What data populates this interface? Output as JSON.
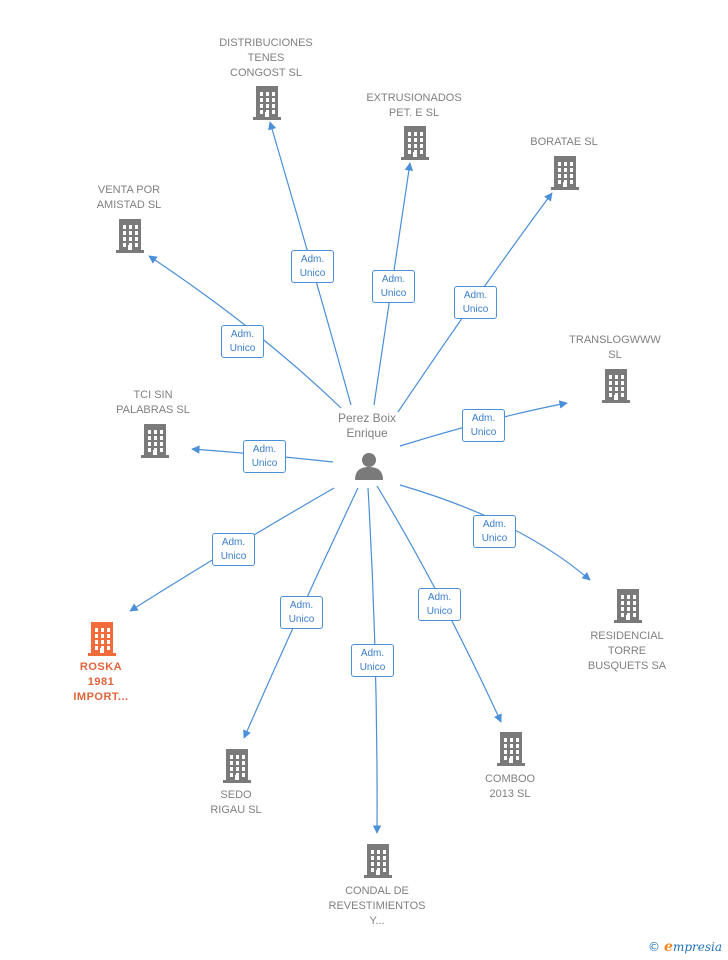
{
  "center": {
    "label": "Perez Boix\nEnrique",
    "icon": "person-icon"
  },
  "relation_label": "Adm.\nUnico",
  "nodes": [
    {
      "id": "distribuciones",
      "label": "DISTRIBUCIONES\nTENES\nCONGOST SL",
      "icon": "building-icon",
      "highlight": false
    },
    {
      "id": "extrusionados",
      "label": "EXTRUSIONADOS\nPET. E SL",
      "icon": "building-icon",
      "highlight": false
    },
    {
      "id": "boratae",
      "label": "BORATAE SL",
      "icon": "building-icon",
      "highlight": false
    },
    {
      "id": "venta",
      "label": "VENTA POR\nAMISTAD SL",
      "icon": "building-icon",
      "highlight": false
    },
    {
      "id": "translog",
      "label": "TRANSLOGWWW\nSL",
      "icon": "building-icon",
      "highlight": false
    },
    {
      "id": "tci",
      "label": "TCI SIN\nPALABRAS SL",
      "icon": "building-icon",
      "highlight": false
    },
    {
      "id": "roska",
      "label": "ROSKA\n1981\nIMPORT...",
      "icon": "building-icon",
      "highlight": true
    },
    {
      "id": "residencial",
      "label": "RESIDENCIAL\nTORRE\nBUSQUETS SA",
      "icon": "building-icon",
      "highlight": false
    },
    {
      "id": "sedo",
      "label": "SEDO\nRIGAU SL",
      "icon": "building-icon",
      "highlight": false
    },
    {
      "id": "comboo",
      "label": "COMBOO\n2013  SL",
      "icon": "building-icon",
      "highlight": false
    },
    {
      "id": "condal",
      "label": "CONDAL DE\nREVESTIMIENTOS\nY...",
      "icon": "building-icon",
      "highlight": false
    }
  ],
  "colors": {
    "edge": "#4a8fd8",
    "building": "#7a7a7a",
    "highlight": "#f26b3a",
    "label": "#808080"
  },
  "brand": {
    "copyright": "©",
    "initial": "e",
    "name": "mpresia"
  }
}
